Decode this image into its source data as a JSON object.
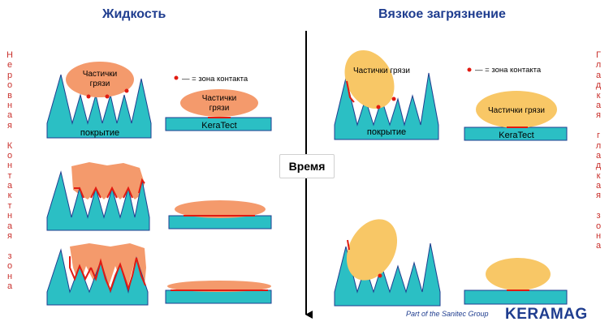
{
  "titles": {
    "liquid": "Жидкость",
    "viscous": "Вязкое загрязнение"
  },
  "side_labels": {
    "left": "Неровная Контактная зона",
    "right": "Гладкая гладкая зона"
  },
  "labels": {
    "dirt_particles_two_lines_1": "Частички",
    "dirt_particles_two_lines_2": "грязи",
    "dirt_particles": "Частички грязи",
    "contact_zone": "— = зона контакта",
    "coating": "покрытие",
    "keratect": "KeraTect"
  },
  "time_axis_label": "Время",
  "footer": {
    "group": "Part of the Sanitec Group",
    "logo": "KERAMAG"
  },
  "colors": {
    "title": "#1f3d8f",
    "coating": "#2bbfc4",
    "coating_stroke": "#1f3d8f",
    "liquid_dirt": "#f49a6c",
    "viscous_dirt": "#f8c766",
    "contact": "#e11b12",
    "side_text": "#c9302c"
  }
}
